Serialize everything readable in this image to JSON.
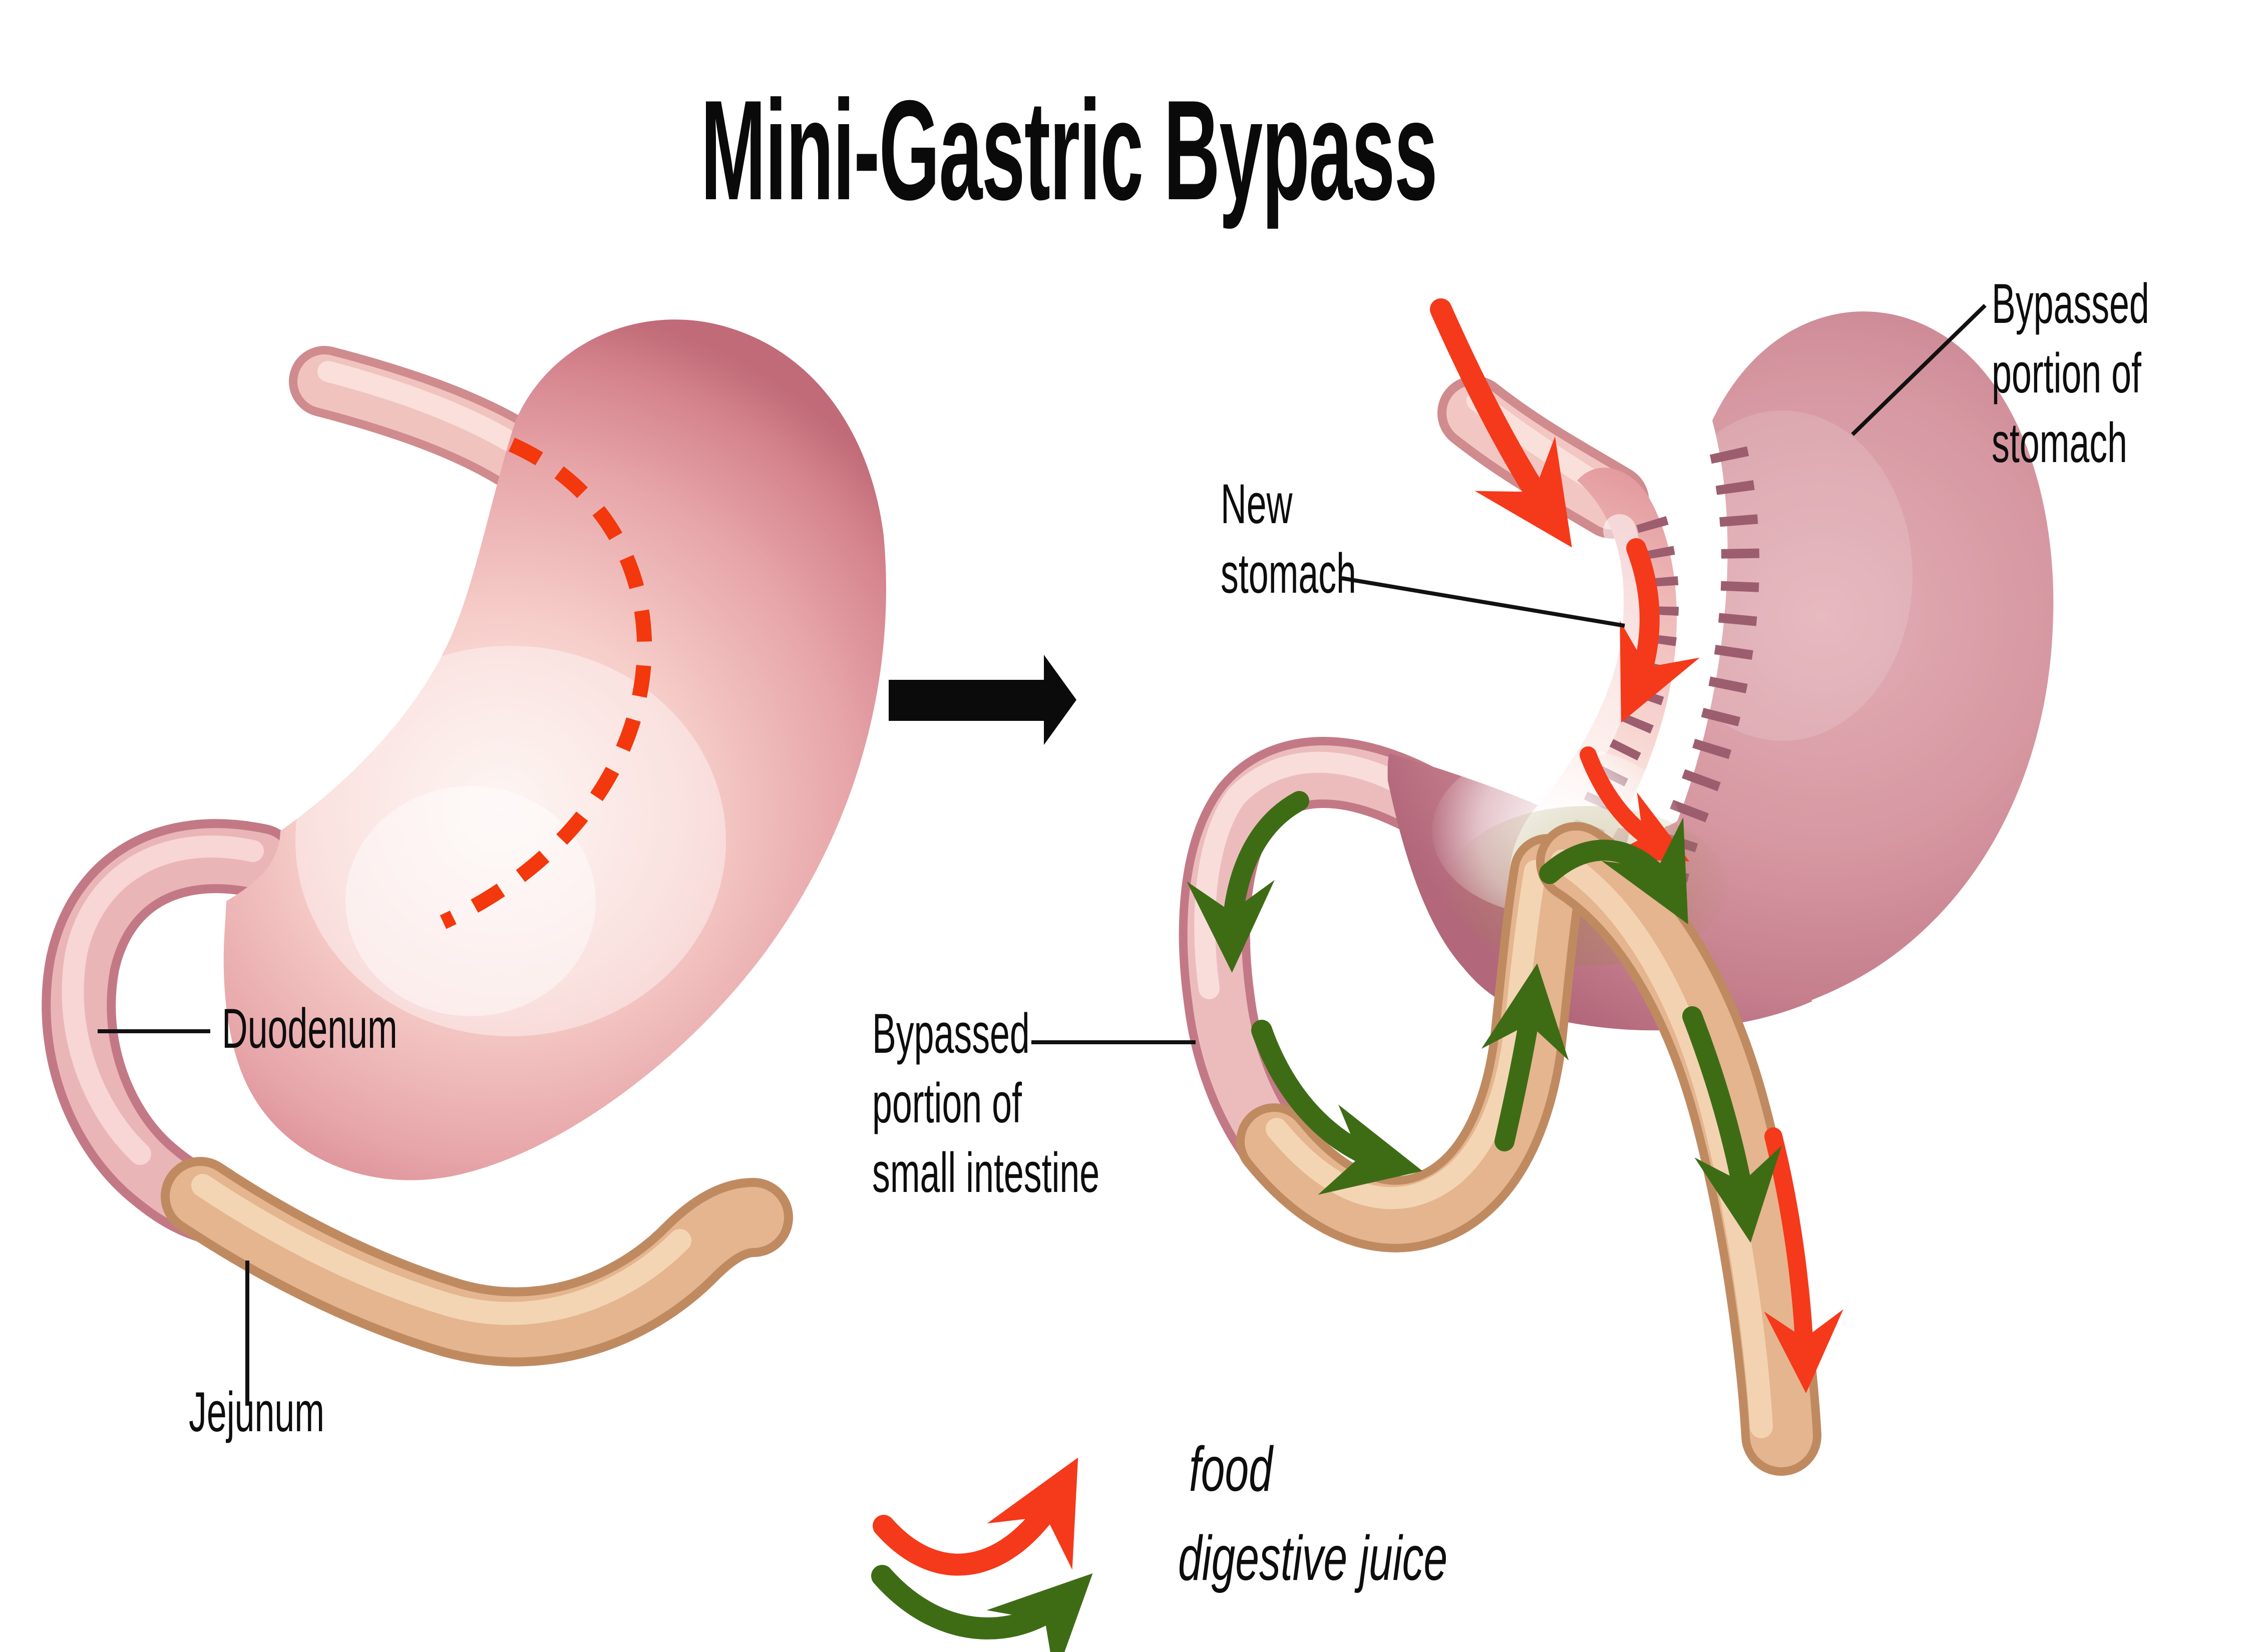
{
  "title": "Mini-Gastric Bypass",
  "labels": {
    "duodenum": {
      "text": "Duodenum"
    },
    "jejunum": {
      "text": "Jejunum"
    },
    "new_stomach": {
      "lines": [
        "New",
        "stomach"
      ]
    },
    "bypassed_stomach": {
      "lines": [
        "Bypassed",
        "portion of",
        "stomach"
      ]
    },
    "bypassed_intestine": {
      "lines": [
        "Bypassed",
        "portion of",
        "small intestine"
      ]
    }
  },
  "legend": {
    "items": [
      {
        "icon": "food-arrow-icon",
        "label": "food",
        "color": "#f5391b"
      },
      {
        "icon": "digestive-juice-arrow-icon",
        "label": "digestive juice",
        "color": "#3e6c15"
      }
    ]
  },
  "colors": {
    "food_arrow_red": "#f5391b",
    "digestive_juice_green": "#3e6c15",
    "cut_dash_line": "#f2380c",
    "staple_line": "#9c5e6f",
    "stomach_pink": "#eeb3b5",
    "bypassed_stomach_rose": "#d4949e",
    "intestine_tan": "#e2b38c",
    "text_black": "#0d0d0d",
    "background": "#ffffff"
  },
  "icons": {
    "transform_arrow": "black-right-arrow"
  }
}
